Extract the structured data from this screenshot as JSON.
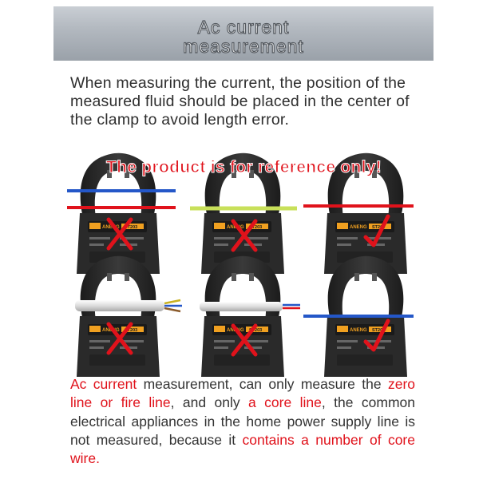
{
  "header": {
    "title_line1": "Ac current",
    "title_line2": "measurement"
  },
  "intro_text": "When measuring the current, the position of the measured fluid should be placed in the center of the clamp to avoid length error.",
  "watermark": "The product is for reference only!",
  "clamp_brand": "ANENG",
  "clamp_model": "ST203",
  "footer": {
    "s1": "Ac current",
    "s2": " measurement, can only measure the ",
    "s3": "zero line or fire line",
    "s4": ", and only ",
    "s5": "a core line",
    "s6": ", the common electrical appliances in the home power supply line is not measured, because it ",
    "s7": "contains a number of core wire."
  },
  "colors": {
    "accent_red": "#e0121b",
    "wire_blue": "#2457c8",
    "wire_yellow_green": "#c8e05a",
    "clamp_body": "#2a2a2a"
  },
  "panels": [
    {
      "id": "p1",
      "mark": "cross"
    },
    {
      "id": "p2",
      "mark": "cross"
    },
    {
      "id": "p3",
      "mark": "check"
    },
    {
      "id": "p4",
      "mark": "cross"
    },
    {
      "id": "p5",
      "mark": "cross"
    },
    {
      "id": "p6",
      "mark": "check"
    }
  ]
}
